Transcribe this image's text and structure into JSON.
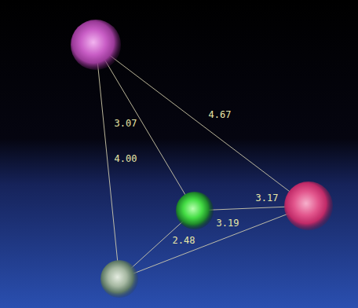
{
  "diagram": {
    "labels": [
      "3.07",
      "4.67",
      "4.00",
      "3.17",
      "2.48",
      "3.19"
    ]
  }
}
